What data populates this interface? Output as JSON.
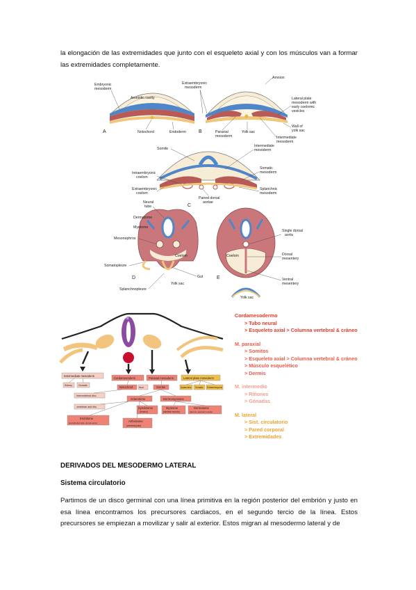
{
  "intro_text": "la elongación de las extremidades que junto con el esqueleto axial y con los músculos van a formar las extremidades completamente.",
  "figure1": {
    "panel_a": {
      "letter": "A",
      "embryonic_mesoderm": [
        "Embryonic",
        "mesoderm"
      ],
      "amniotic_cavity": "Amniotic cavity",
      "notochord": "Notochord",
      "endoderm": "Endoderm"
    },
    "panel_b": {
      "letter": "B",
      "extraembryonic_mesoderm": [
        "Extraembryonic",
        "mesoderm"
      ],
      "amnion": "Amnion",
      "lateral_plate": [
        "Lateral plate",
        "mesoderm with",
        "early coelomic",
        "vesicles"
      ],
      "wall_yolk_sac": [
        "Wall of",
        "yolk sac"
      ],
      "intermediate": [
        "Intermediate",
        "mesoderm"
      ],
      "paraxial": [
        "Paraxial",
        "mesoderm"
      ],
      "yolk_sac": "Yolk sac"
    },
    "panel_c": {
      "letter": "C",
      "somite": "Somite",
      "intermediate": [
        "Intermediate",
        "mesoderm"
      ],
      "intraembryonic_coelom": [
        "Intraembryonic",
        "coelom"
      ],
      "somatic": [
        "Somatic",
        "mesoderm"
      ],
      "extraembryonic_coelom": [
        "Extraembryonic",
        "coelom"
      ],
      "splanchnic": [
        "Splanchnic",
        "mesoderm"
      ],
      "paired_aortae": [
        "Paired dorsal",
        "aortae"
      ]
    },
    "panel_d": {
      "letter": "D",
      "neural_tube": [
        "Neural",
        "tube"
      ],
      "dermatome": "Dermatome",
      "myotome": "Myotome",
      "mesonephros": "Mesonephros",
      "coelom": "Coelom",
      "somatopleure": "Somatopleure",
      "gut": "Gut",
      "yolk_sac": "Yolk sac",
      "splanchnopleure": "Splanchnopleure"
    },
    "panel_e": {
      "letter": "E",
      "single_aorta": [
        "Single dorsal",
        "aorta"
      ],
      "coelom": "Coelom",
      "dorsal_mesentery": [
        "Dorsal",
        "mesentery"
      ],
      "ventral_mesentery": [
        "Ventral",
        "mesentery"
      ],
      "yolk_sac": "Yolk sac"
    }
  },
  "figure2": {
    "nt": "nt",
    "nodes": {
      "intermediate_mesoderm": "Intermediate mesoderm",
      "kidney": "Kidney",
      "gonads": "Gonads",
      "cordamesoderm": "Cordamesoderm",
      "notochord": "Notochord",
      "nucleus_pulposus": "Nucl.",
      "paraxial_mesoderm": "Paraxial mesoderm",
      "somite": "Somite",
      "lateral_plate_mesoderm": "Lateral plate mesoderm",
      "splanchnic": "Splanchnic",
      "somatic": "Somatic",
      "extraembryonic": "Extraembryonic",
      "intervertebral_disc": "Intervertebral disc",
      "sclerotome": "Sclerotome",
      "dermomyotome": "Dermomyotome",
      "vertebrae_ribs": "vertebrae and ribs",
      "syndetome": "Syndetome",
      "syndetome_sub": "(tendon)",
      "myotome": "Myotome",
      "myotome_sub": "(skeletal muscle)",
      "dermatome": "Dermatome",
      "dermatome_sub": "(dermis, skeletal muscle)",
      "endotome": "Endotome",
      "endotome_sub": "(endothelial cells, dorsal aorta)",
      "arthrotome": "Arthrotome",
      "arthrotome_sub": "(vertebral joint)"
    },
    "legend": [
      {
        "title": "Cordamesodermo",
        "items": [
          "> Tubo neural",
          "> Esqueleto axial > Columna vertebral & cráneo"
        ],
        "color": "#e53b2a"
      },
      {
        "title": "M. paraxial",
        "items": [
          "> Somitos",
          "> Esqueleto axial > Columna vertebral & cráneo",
          "> Músculo esquelético",
          "> Dermis"
        ],
        "color": "#ef5a4a"
      },
      {
        "title": "M. intermedio",
        "items": [
          "> Riñones",
          "> Gónadas"
        ],
        "color": "#f39f91"
      },
      {
        "title": "M. lateral",
        "items": [
          "> Sist. circulatorio",
          "> Pared corporal",
          "> Extremidades"
        ],
        "color": "#f0a22e"
      }
    ],
    "colors": {
      "tan": "#f2c47e",
      "pink": "#f7cfc4",
      "salmon": "#ee8375",
      "purple": "#8a4ba0",
      "crimson": "#c8102e",
      "yellow": "#f1c04b"
    }
  },
  "heading1": "DERIVADOS DEL MESODERMO LATERAL",
  "heading2": "Sistema circulatorio",
  "body_text": "Partimos de un disco germinal con una línea primitiva en la región posterior del embrión y justo en esa línea encontramos los precursores cardiacos, en el segundo tercio de la línea. Estos precursores se empiezan a movilizar y salir al exterior. Estos migran al mesodermo lateral y de"
}
